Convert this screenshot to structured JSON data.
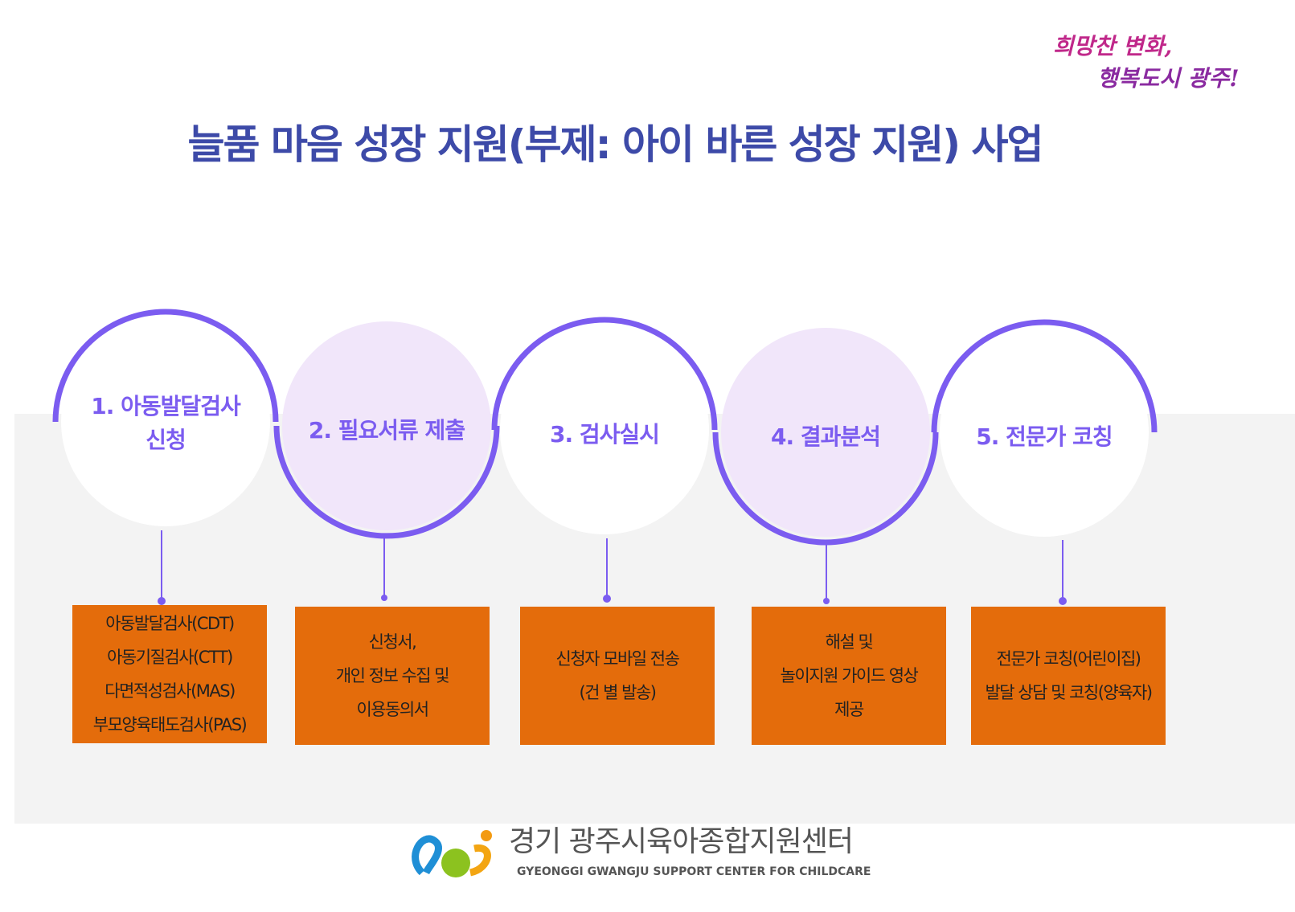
{
  "slogan": [
    "희망찬 변화,",
    "행복도시 광주!"
  ],
  "title": "늘품 마음 성장 지원(부제: 아이 바른 성장 지원) 사업",
  "steps": [
    {
      "label": [
        "1. 아동발달검사",
        "신청"
      ],
      "details": [
        "아동발달검사(CDT)",
        "아동기질검사(CTT)",
        "다면적성검사(MAS)",
        "부모양육태도검사(PAS)"
      ]
    },
    {
      "label": [
        "2. 필요서류 제출"
      ],
      "details": [
        "신청서,",
        "개인 정보 수집 및",
        "이용동의서"
      ]
    },
    {
      "label": [
        "3. 검사실시"
      ],
      "details": [
        "신청자 모바일 전송",
        "(건 별 발송)"
      ]
    },
    {
      "label": [
        "4. 결과분석"
      ],
      "details": [
        "해설 및",
        "놀이지원 가이드 영상",
        "제공"
      ]
    },
    {
      "label": [
        "5. 전문가 코칭"
      ],
      "details": [
        "전문가 코칭(어린이집)",
        "발달 상담 및 코칭(양육자)"
      ]
    }
  ],
  "footer": {
    "name": "경기 광주시육아종합지원센터",
    "sub": "GYEONGGI GWANGJU SUPPORT CENTER FOR CHILDCARE"
  },
  "colors": {
    "accent": "#7b5cf0",
    "box": "#e46c0b",
    "title": "#3d4aa8",
    "lavender": "#f1e6fa"
  }
}
